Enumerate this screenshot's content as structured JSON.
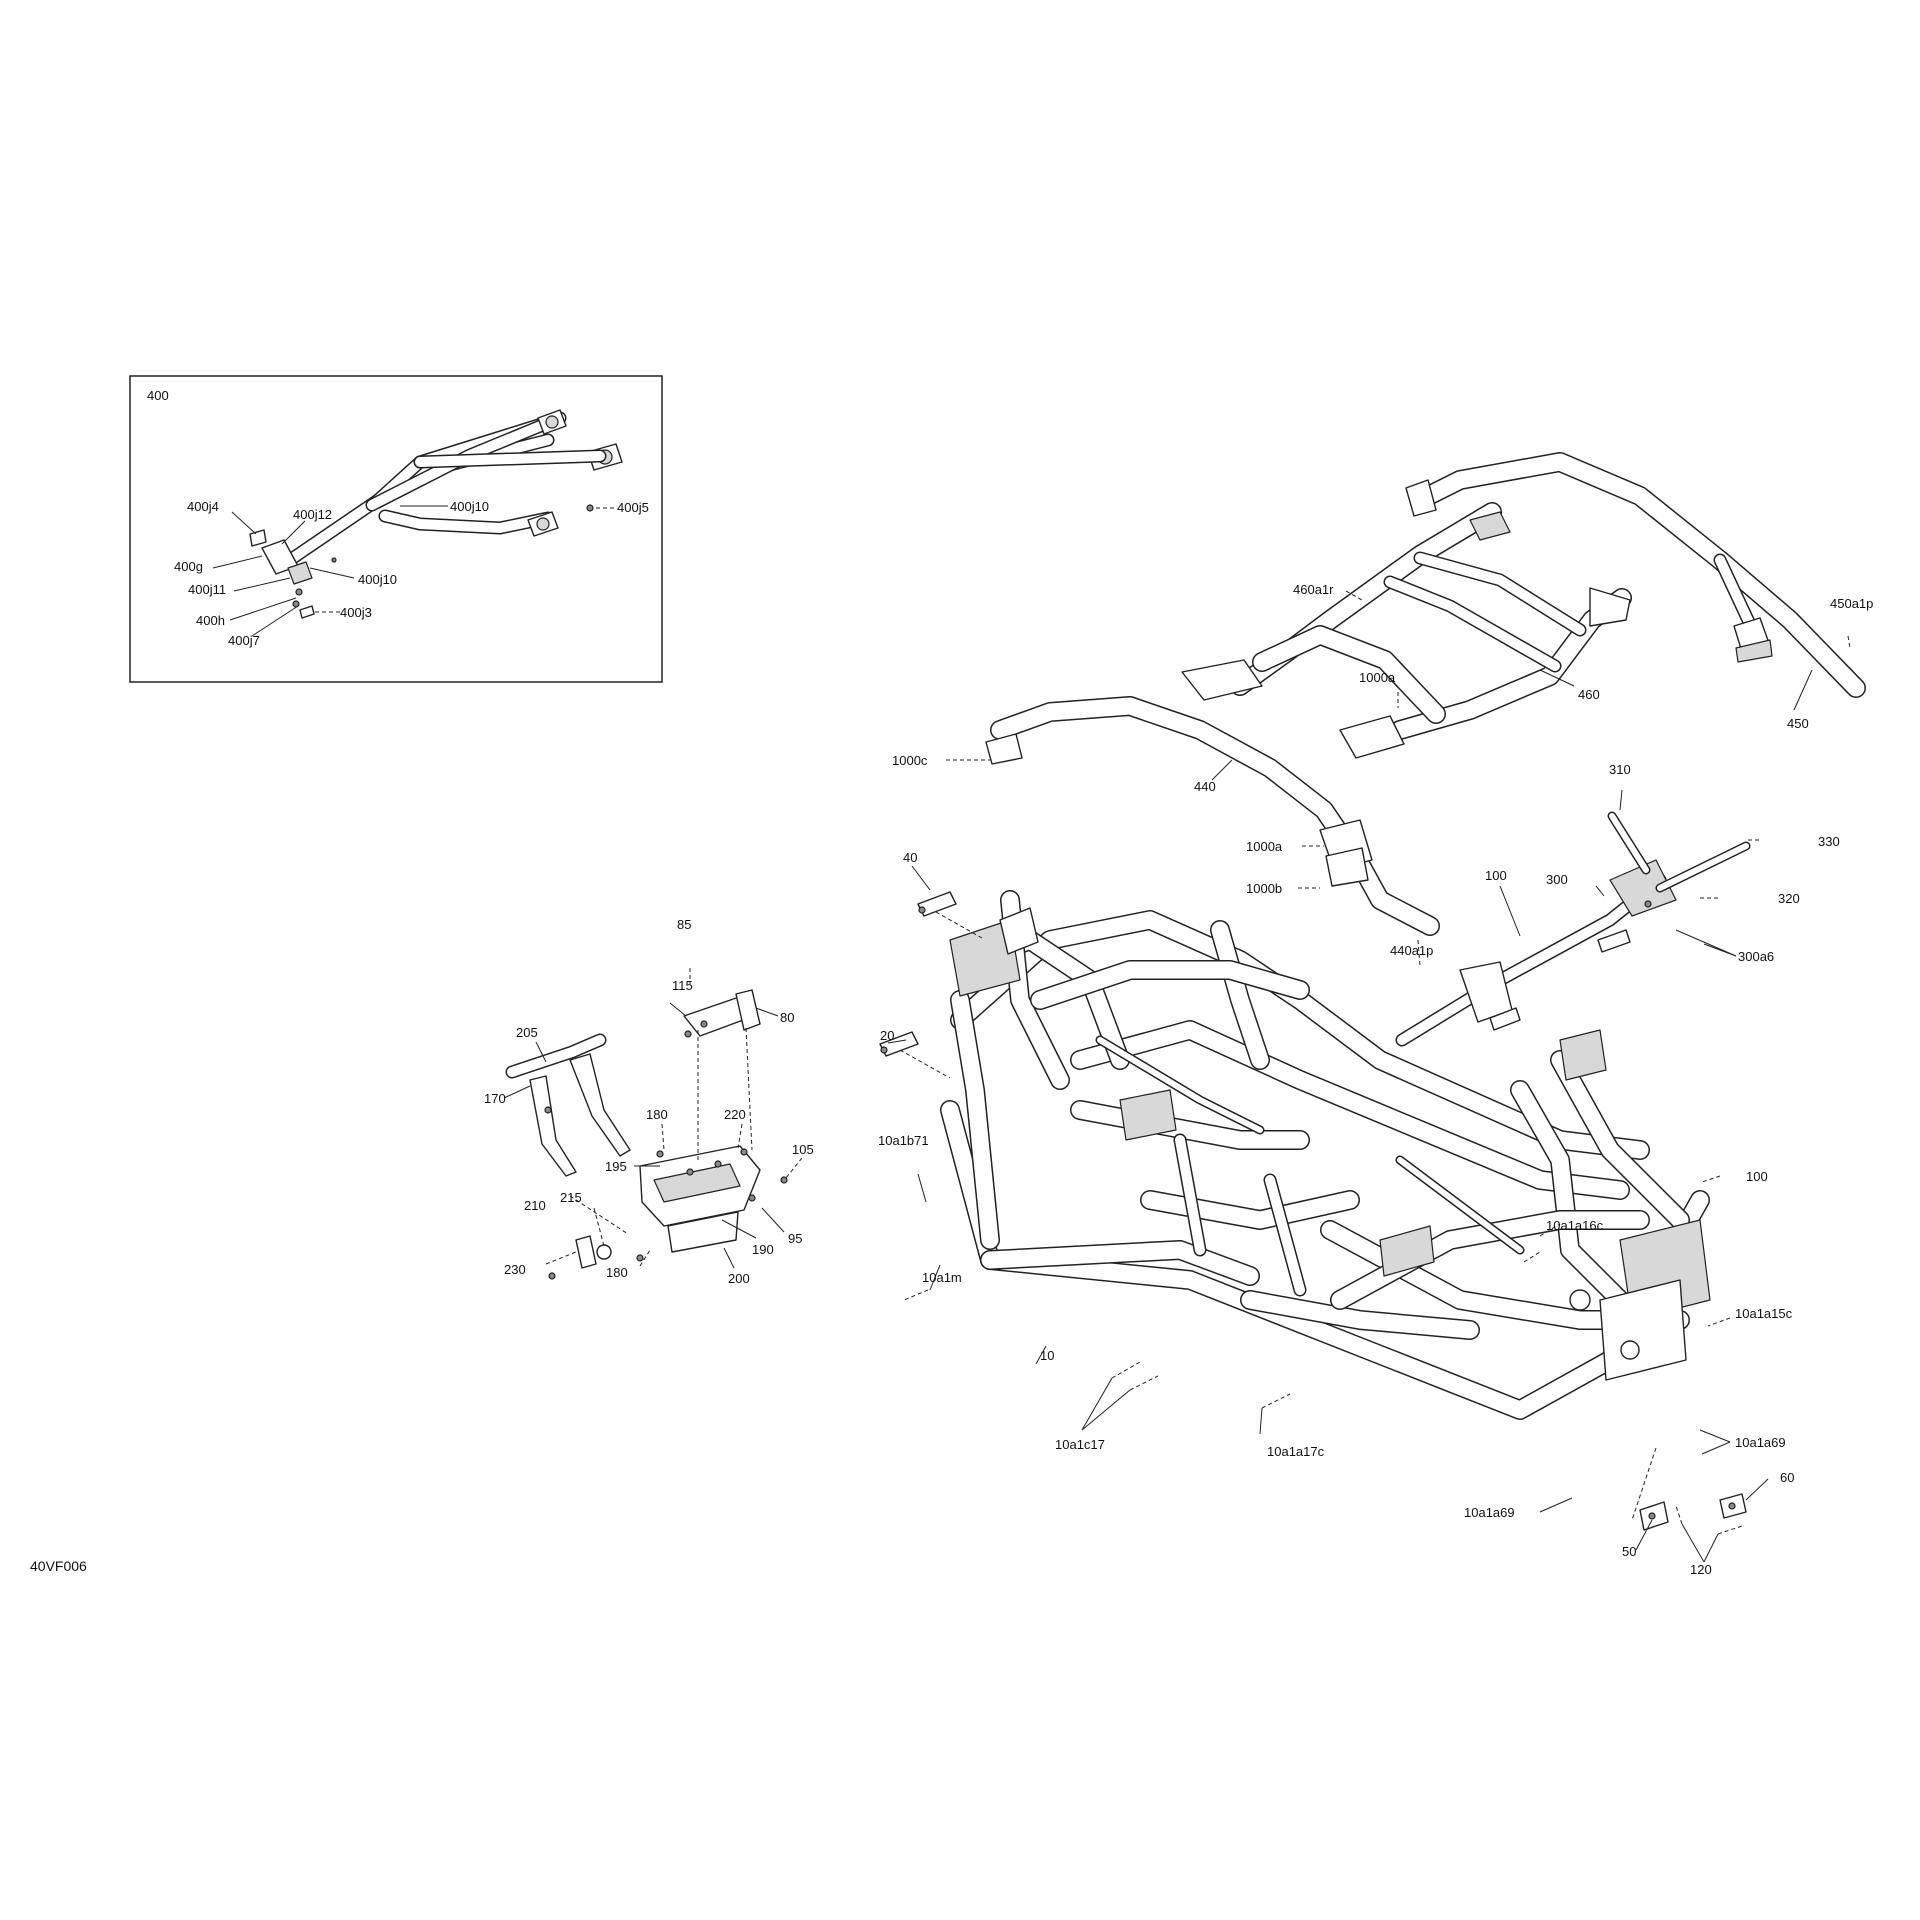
{
  "diagram_code": "40VF006",
  "inset": {
    "title": "400"
  },
  "labels": [
    {
      "id": "l400j4",
      "text": "400j4"
    },
    {
      "id": "l400j12",
      "text": "400j12"
    },
    {
      "id": "l400j10a",
      "text": "400j10"
    },
    {
      "id": "l400j5",
      "text": "400j5"
    },
    {
      "id": "l400g",
      "text": "400g"
    },
    {
      "id": "l400j10b",
      "text": "400j10"
    },
    {
      "id": "l400j11",
      "text": "400j11"
    },
    {
      "id": "l400h",
      "text": "400h"
    },
    {
      "id": "l400j3",
      "text": "400j3"
    },
    {
      "id": "l400j7",
      "text": "400j7"
    },
    {
      "id": "l460a1r",
      "text": "460a1r"
    },
    {
      "id": "l450a1p",
      "text": "450a1p"
    },
    {
      "id": "l1000a1",
      "text": "1000a"
    },
    {
      "id": "l460",
      "text": "460"
    },
    {
      "id": "l450",
      "text": "450"
    },
    {
      "id": "l1000c",
      "text": "1000c"
    },
    {
      "id": "l440",
      "text": "440"
    },
    {
      "id": "l310",
      "text": "310"
    },
    {
      "id": "l330",
      "text": "330"
    },
    {
      "id": "l1000a2",
      "text": "1000a"
    },
    {
      "id": "l320",
      "text": "320"
    },
    {
      "id": "l1000b",
      "text": "1000b"
    },
    {
      "id": "l100a",
      "text": "100"
    },
    {
      "id": "l300",
      "text": "300"
    },
    {
      "id": "l440a1p",
      "text": "440a1p"
    },
    {
      "id": "l300a6",
      "text": "300a6"
    },
    {
      "id": "l40",
      "text": "40"
    },
    {
      "id": "l85",
      "text": "85"
    },
    {
      "id": "l115",
      "text": "115"
    },
    {
      "id": "l80",
      "text": "80"
    },
    {
      "id": "l20",
      "text": "20"
    },
    {
      "id": "l205",
      "text": "205"
    },
    {
      "id": "l170",
      "text": "170"
    },
    {
      "id": "l180a",
      "text": "180"
    },
    {
      "id": "l220",
      "text": "220"
    },
    {
      "id": "l10a1b71",
      "text": "10a1b71"
    },
    {
      "id": "l105",
      "text": "105"
    },
    {
      "id": "l195",
      "text": "195"
    },
    {
      "id": "l210",
      "text": "210"
    },
    {
      "id": "l215",
      "text": "215"
    },
    {
      "id": "l230",
      "text": "230"
    },
    {
      "id": "l95",
      "text": "95"
    },
    {
      "id": "l190",
      "text": "190"
    },
    {
      "id": "l180b",
      "text": "180"
    },
    {
      "id": "l200",
      "text": "200"
    },
    {
      "id": "l100b",
      "text": "100"
    },
    {
      "id": "l10a1a16c",
      "text": "10a1a16c"
    },
    {
      "id": "l10a1m",
      "text": "10a1m"
    },
    {
      "id": "l10a1a15c",
      "text": "10a1a15c"
    },
    {
      "id": "l10",
      "text": "10"
    },
    {
      "id": "l10a1c17",
      "text": "10a1c17"
    },
    {
      "id": "l10a1a17c",
      "text": "10a1a17c"
    },
    {
      "id": "l10a1a69a",
      "text": "10a1a69"
    },
    {
      "id": "l60",
      "text": "60"
    },
    {
      "id": "l10a1a69b",
      "text": "10a1a69"
    },
    {
      "id": "l50",
      "text": "50"
    },
    {
      "id": "l120",
      "text": "120"
    }
  ]
}
